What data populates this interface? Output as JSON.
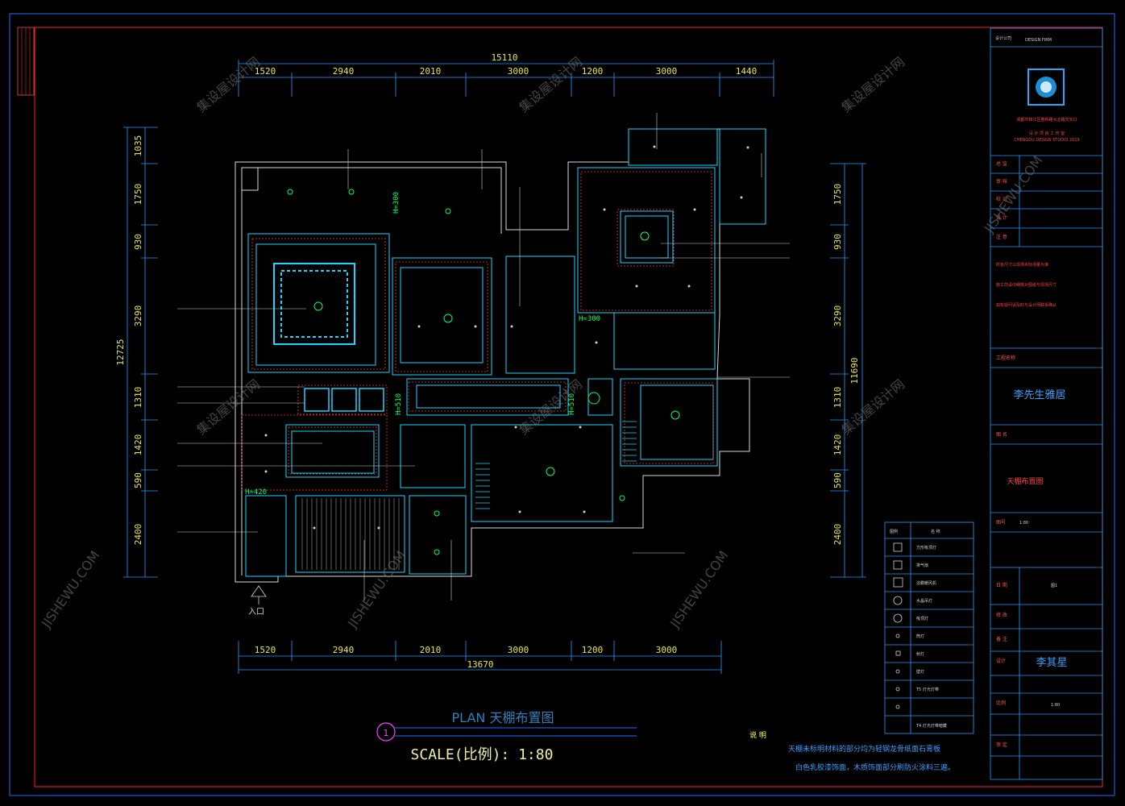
{
  "drawing": {
    "plan_title": "PLAN  天棚布置图",
    "scale_text": "SCALE(比例):  1:80",
    "notes_label": "说 明",
    "note_line1": "天棚未标明材料的部分均为轻钢龙骨纸面石膏板",
    "note_line2": "白色乳胶漆饰面，木质饰面部分刷防火涂料三遍。",
    "entrance_label": "入口",
    "section_marker": "1"
  },
  "dimensions": {
    "top_total": "15110",
    "top_segments": [
      "1520",
      "2940",
      "2010",
      "3000",
      "1200",
      "3000",
      "1440"
    ],
    "bottom_total": "13670",
    "bottom_segments": [
      "1520",
      "2940",
      "2010",
      "3000",
      "1200",
      "3000"
    ],
    "left_total": "12725",
    "left_segments": [
      "1035",
      "1750",
      "930",
      "3290",
      "1310",
      "1420",
      "590",
      "2400"
    ],
    "right_total": "11690",
    "right_segments": [
      "1750",
      "930",
      "3290",
      "1310",
      "1420",
      "590",
      "2400"
    ]
  },
  "height_marks": [
    "H=300",
    "H=300",
    "H=510",
    "H=510",
    "H=420"
  ],
  "title_block": {
    "firm_label": "设计公司",
    "firm_name": "DESIGN  FIRM",
    "firm_address_1": "成都市锦江区春熙路大业路交叉口",
    "firm_address_2": "设 计 项 目 工 作 室",
    "firm_address_3": "CHENGDU DESIGN STUDIO 2019",
    "rows": [
      "总  监",
      "审  核",
      "校  对",
      "设  计",
      "注  意"
    ],
    "notes_red": [
      "所有尺寸以现场实际测量为准",
      "施工前请仔细核对图纸与现场尺寸",
      "如有疑问请及时与设计师联系确认"
    ],
    "project_label": "工程名称",
    "project_name": "李先生雅居",
    "sheet_label": "图  名",
    "sheet_name": "天棚布置图",
    "drawing_no_label": "图号",
    "drawing_no_value": "1:80",
    "date_label": "日  期",
    "date_value": "图1",
    "designer_label": "设计",
    "designer_name": "李其星",
    "scale_label": "比例",
    "scale_value": "1:80",
    "extra_rows": [
      "修  改",
      "备  注",
      "审  定"
    ]
  },
  "legend": {
    "header_symbol": "图例",
    "header_name": "名 称",
    "items": [
      "方形吸顶灯",
      "排气扇",
      "浴霸暖风机",
      "水晶吊灯",
      "吸顶灯",
      "筒灯",
      "射灯",
      "壁灯",
      "T5 灯光灯带",
      "T4 灯光灯带暗藏"
    ]
  },
  "watermarks": [
    "集设屋设计网",
    "JISHEWU.COM"
  ]
}
